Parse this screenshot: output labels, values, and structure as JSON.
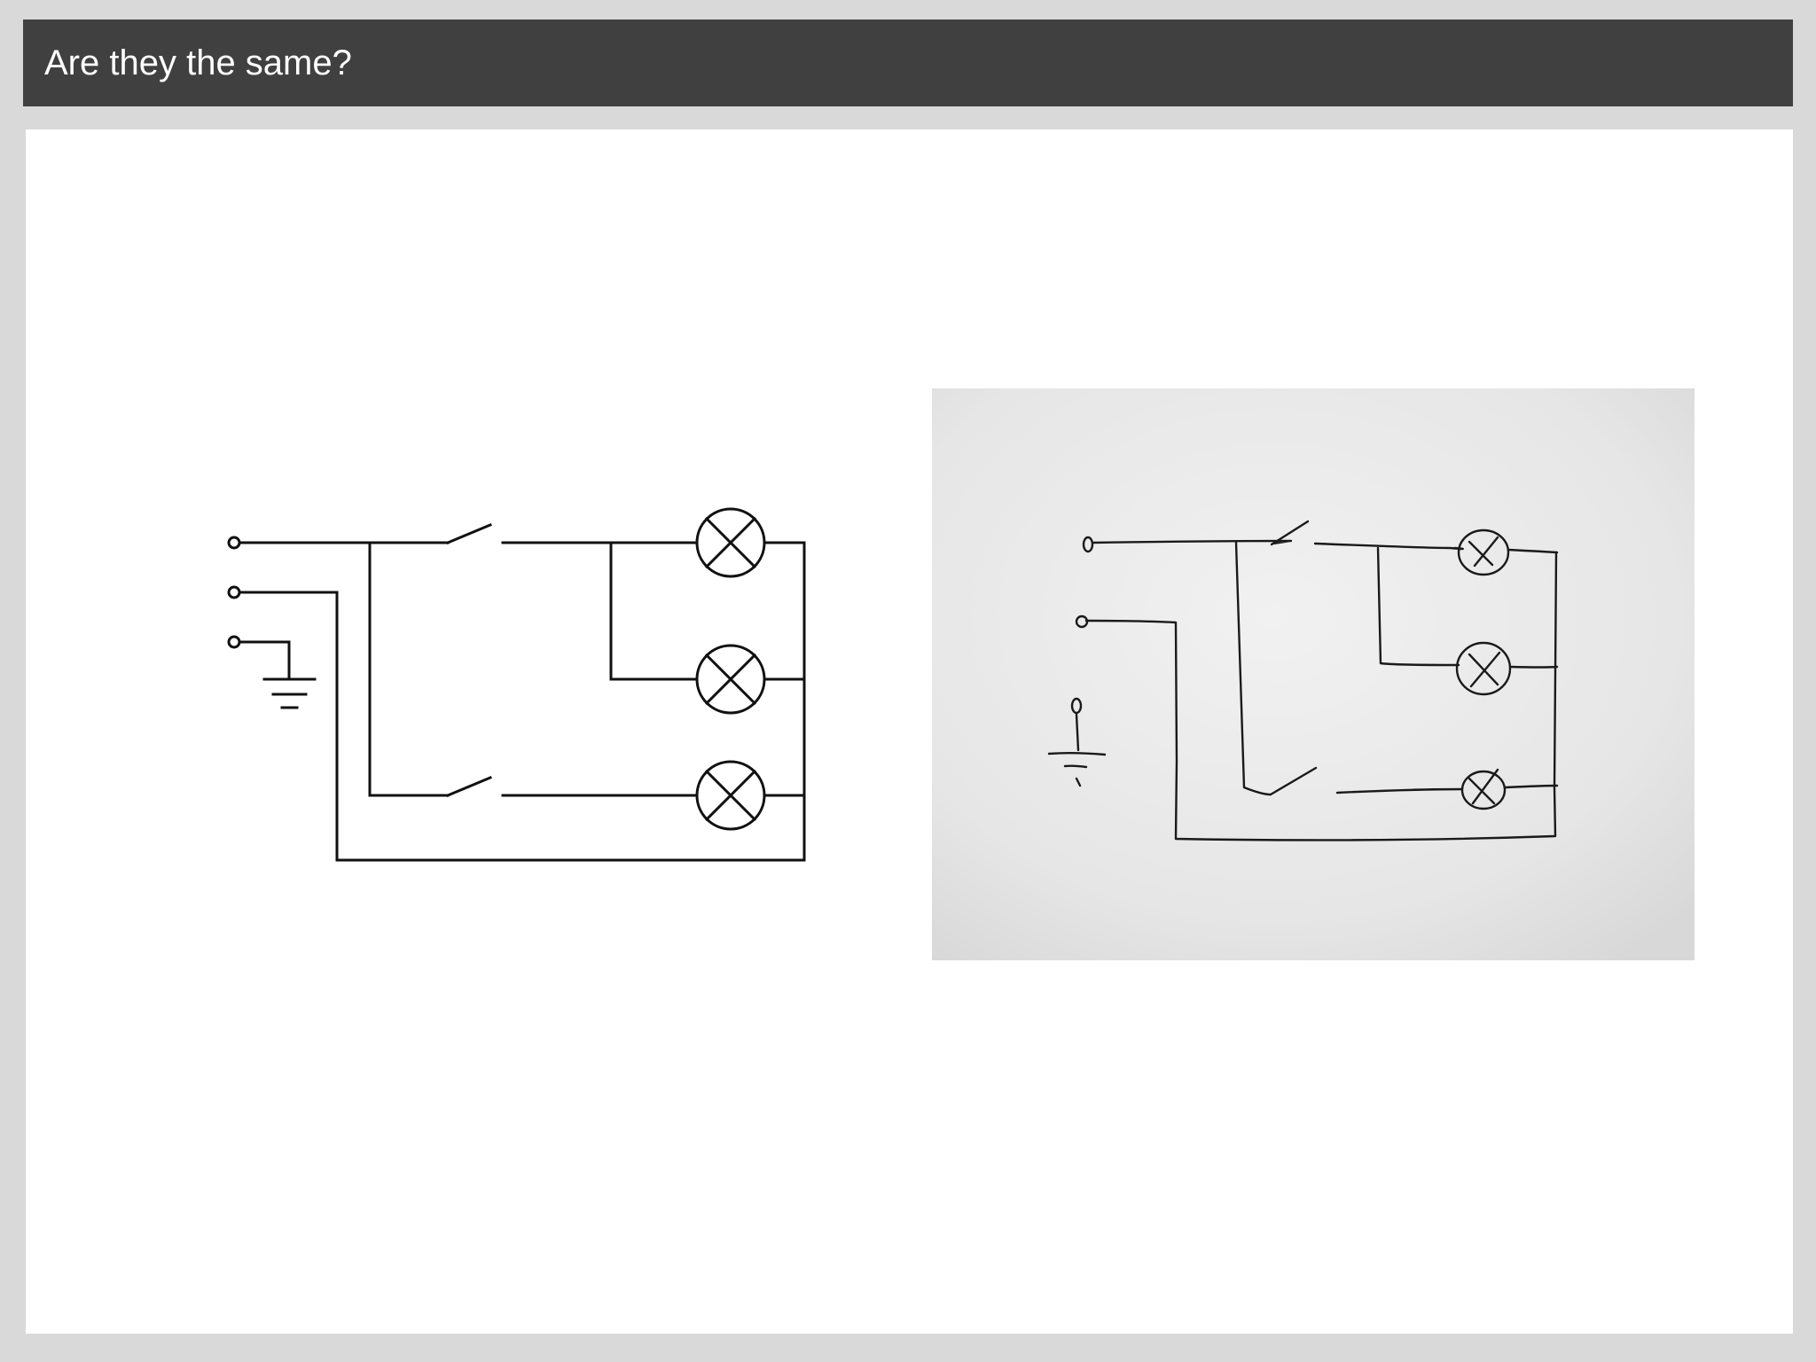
{
  "header": {
    "title": "Are they the same?"
  },
  "colors": {
    "title_bar": "#404040",
    "title_text": "#ffffff",
    "background": "#d9d9d9",
    "content": "#ffffff",
    "photo_paper": "#e8e8e8"
  },
  "figures": [
    {
      "kind": "printed-schematic",
      "terminals": 3,
      "switches": 2,
      "lamps": 3,
      "ground": 1
    },
    {
      "kind": "hand-drawn-schematic-photo",
      "terminals": 3,
      "switches": 2,
      "lamps": 3,
      "ground": 1
    }
  ]
}
